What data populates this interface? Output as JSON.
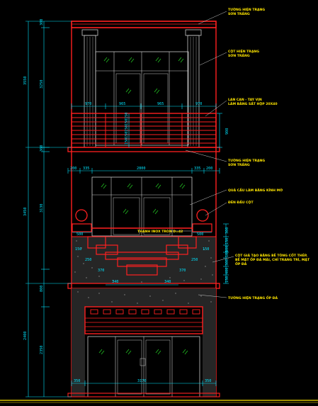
{
  "colors": {
    "background": "#000000",
    "wall": "#ff2020",
    "dimension": "#00e5ff",
    "annotation": "#ffe600",
    "frame": "#c8c8c8",
    "glass_leaf": "#1fb31f",
    "stone": "#8c8c8c"
  },
  "notes": {
    "wall_top": "TƯỜNG HIỆN TRẠNG\nSƠN TRẮNG",
    "column_top": "CỘT HIỆN TRẠNG\nSƠN TRẮNG",
    "railing": "LAN CAN - TAY VỊN\nLÀM BẰNG SẮT HỘP 20X40",
    "wall_mid": "TƯỜNG HIỆN TRẠNG\nSƠN TRẮNG",
    "lamp_ball": "QUẢ CẦU LÀM BẰNG KÍNH MỜ",
    "column_cap": "ĐÈN ĐẦU CỘT",
    "inox_pipe": "THANH INOX TRÒN D=42",
    "concrete_box": "CỘT GIẢ TẠO BẰNG BÊ TÔNG CỐT THÉP,\nBỀ MẶT ỐP ĐÁ MÀI, CHỈ TRANG TRÍ, MẶT\nỐP ĐÁ",
    "wall_stone": "TƯỜNG HIỆN TRẠNG ỐP ĐÁ"
  },
  "dims": {
    "left_outer": [
      "3550",
      "3450",
      "2400"
    ],
    "left_inner": [
      "300",
      "3250",
      "300",
      "3130",
      "800",
      "2350"
    ],
    "balcony_widths": [
      "970",
      "965",
      "965",
      "970"
    ],
    "balcony_rise": [
      "150",
      "150",
      "150",
      "150",
      "150"
    ],
    "railing_height": "900",
    "mid_widths": [
      "200",
      "335",
      "2800",
      "335",
      "200"
    ],
    "pedestal_left": "500",
    "pedestal_right": "500",
    "box_left": [
      "150",
      "250",
      "370"
    ],
    "box_right": [
      "150",
      "250",
      "370"
    ],
    "box_center": "340",
    "box_center2": "340",
    "right_stack": [
      "300",
      "150",
      "300",
      "100",
      "300",
      "400",
      "150"
    ],
    "bottom_widths": [
      "350",
      "3170",
      "350"
    ]
  }
}
